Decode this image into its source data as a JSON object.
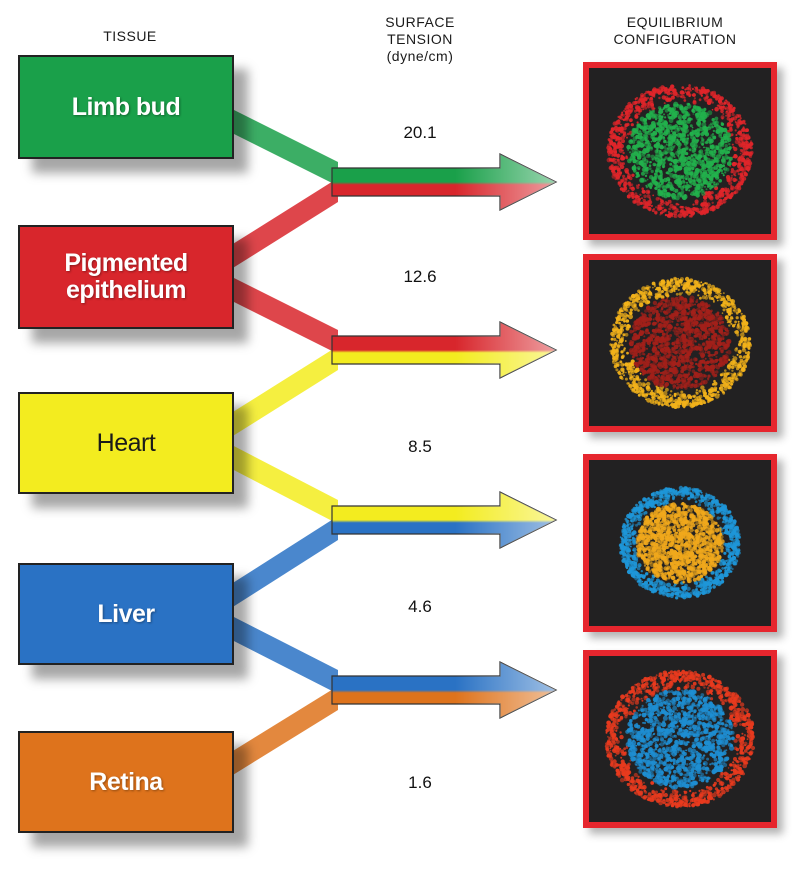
{
  "headers": {
    "tissue": "TISSUE",
    "tension_line1": "SURFACE",
    "tension_line2": "TENSION",
    "tension_unit": "(dyne/cm)",
    "config_line1": "EQUILIBRIUM",
    "config_line2": "CONFIGURATION"
  },
  "tissues": [
    {
      "label": "Limb bud",
      "tension": "20.1",
      "color": "#1aa04a",
      "text_color": "#ffffff"
    },
    {
      "label": "Pigmented epithelium",
      "line1": "Pigmented",
      "line2": "epithelium",
      "tension": "12.6",
      "color": "#d8262c",
      "text_color": "#ffffff"
    },
    {
      "label": "Heart",
      "tension": "8.5",
      "color": "#f3ec1f",
      "text_color": "#1a1a1a"
    },
    {
      "label": "Liver",
      "tension": "4.6",
      "color": "#2a72c4",
      "text_color": "#ffffff"
    },
    {
      "label": "Retina",
      "tension": "1.6",
      "color": "#de731c",
      "text_color": "#ffffff"
    }
  ],
  "configurations": [
    {
      "pair": "Limb bud + Pigmented epithelium",
      "inner_color": "#22b14c",
      "outer_color": "#e0252a"
    },
    {
      "pair": "Pigmented epithelium + Heart",
      "inner_color": "#a3201a",
      "outer_color": "#f2b21a"
    },
    {
      "pair": "Heart + Liver",
      "inner_color": "#f0a81c",
      "outer_color": "#1e96d8"
    },
    {
      "pair": "Liver + Retina",
      "inner_color": "#1e8ed2",
      "outer_color": "#e83a1e"
    }
  ]
}
